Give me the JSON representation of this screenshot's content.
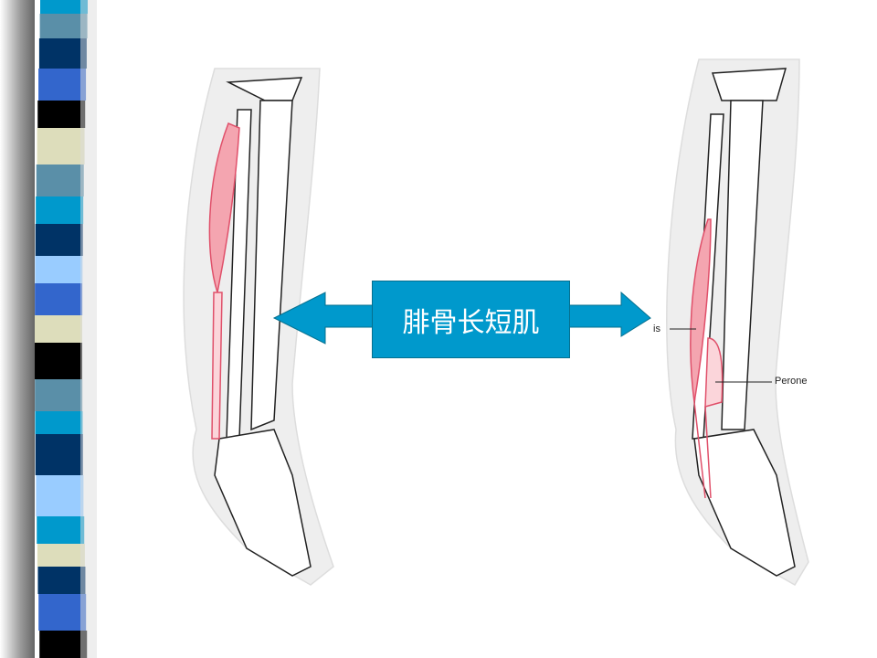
{
  "slide": {
    "callout": "腓骨长短肌",
    "labels": {
      "left_partial": "is",
      "right": "Perone"
    }
  },
  "colors": {
    "arrow": "#0099cc",
    "muscle": "#e0506a",
    "stripes": [
      "#0099cc",
      "#5a8fa8",
      "#003366",
      "#3366cc",
      "#000000",
      "#ddddbb",
      "#99ccff"
    ]
  }
}
